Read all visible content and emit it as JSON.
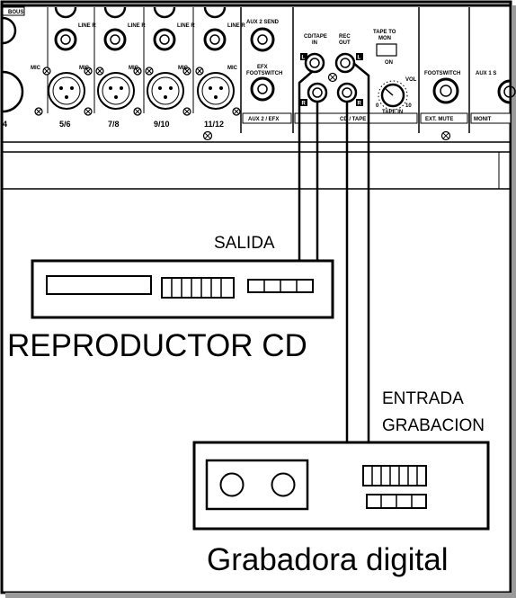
{
  "mixer": {
    "top_left_label": "BOUS",
    "line_r": "LINE R",
    "mic": "MIC",
    "channels": [
      "4",
      "5/6",
      "7/8",
      "9/10",
      "11/12"
    ],
    "aux2_send": "AUX 2 SEND",
    "efx_footswitch_l1": "EFX",
    "efx_footswitch_l2": "FOOTSWITCH",
    "aux2_efx": "AUX 2 / EFX",
    "cd_tape_in_l1": "CD/TAPE",
    "cd_tape_in_l2": "IN",
    "rec_out_l1": "REC",
    "rec_out_l2": "OUT",
    "l_badge": "L",
    "r_badge": "R",
    "tape_to_mon_l1": "TAPE TO",
    "tape_to_mon_l2": "MON",
    "on_label": "ON",
    "vol_label": "VOL",
    "knob_min": "0",
    "knob_max": "10",
    "tape_in": "TAPE IN",
    "cd_tape_section": "CD / TAPE",
    "footswitch": "FOOTSWITCH",
    "ext_mute": "EXT. MUTE",
    "aux1_partial": "AUX 1 S",
    "monit_partial": "MONIT"
  },
  "labels": {
    "salida": "SALIDA",
    "entrada": "ENTRADA",
    "grabacion": "GRABACION",
    "cd_player": "REPRODUCTOR CD",
    "recorder": "Grabadora digital"
  }
}
